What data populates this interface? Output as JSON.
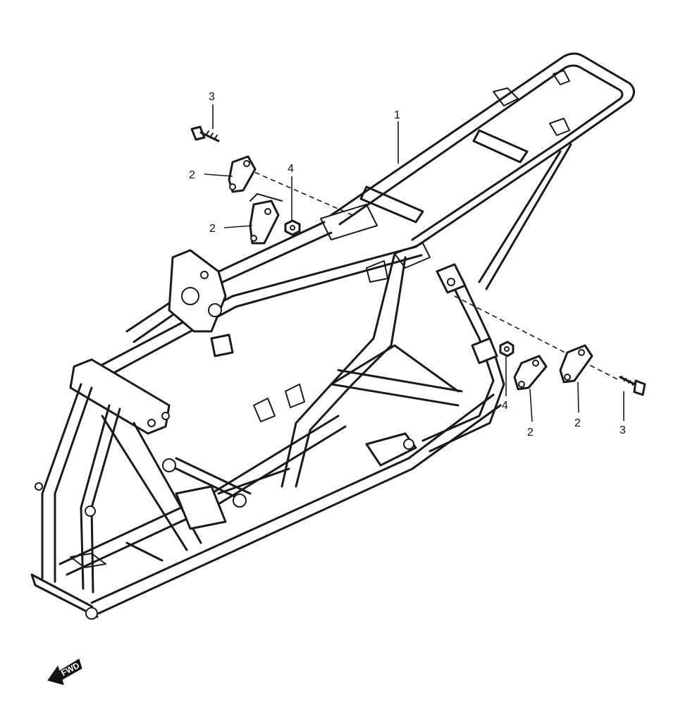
{
  "callouts": {
    "frame": "1",
    "bracket_upper": "2",
    "bracket_middle": "2",
    "bracket_right_a": "2",
    "bracket_right_b": "2",
    "bolt_left": "3",
    "bolt_right": "3",
    "nut_left": "4",
    "nut_right": "4"
  },
  "direction_marker": {
    "label": "FWD",
    "icon": "forward-arrow-icon"
  }
}
